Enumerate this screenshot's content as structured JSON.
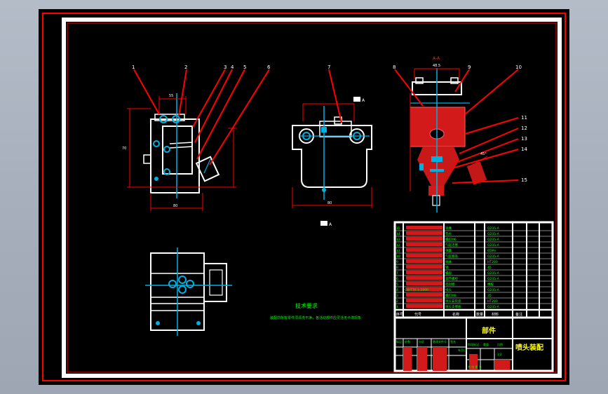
{
  "colors": {
    "canvas": "#000000",
    "border_red": "#ff0000",
    "paper": "#ffffff",
    "part_line": "#ffffff",
    "centerline": "#00b0e0",
    "dimension": "#ff0000",
    "leader": "#ff0000",
    "hatch": "#ff2020",
    "label_green": "#00ff00",
    "title_yellow": "#ffff00"
  },
  "drawing": {
    "section_label": "A-A",
    "view_arrow_label": "A",
    "balloons": [
      "1",
      "2",
      "3",
      "4",
      "5",
      "6",
      "7",
      "8",
      "9",
      "10",
      "11",
      "12",
      "13",
      "14",
      "15"
    ],
    "dims": {
      "front_top": "55",
      "front_left": "70",
      "front_bottom": "80",
      "side_bottom": "80",
      "section_top": "48.5",
      "angle": "45°"
    }
  },
  "notes": {
    "heading": "技术要求",
    "body": "装配前所有零件须清洗干净，各活动部件应灵活无卡滞现象"
  },
  "parts_list": {
    "rows": [
      {
        "no": "15",
        "name": "喷嘴",
        "spec": "",
        "mat": "Q235-A"
      },
      {
        "no": "14",
        "name": "垫片",
        "spec": "",
        "mat": "Q235-A"
      },
      {
        "no": "13",
        "name": "螺钉M6",
        "spec": "",
        "mat": "Q235-A"
      },
      {
        "no": "12",
        "name": "气缸活塞",
        "spec": "",
        "mat": "Q235-A"
      },
      {
        "no": "11",
        "name": "弹簧",
        "spec": "",
        "mat": "65Mn"
      },
      {
        "no": "10",
        "name": "气缸端盖",
        "spec": "",
        "mat": "Q235-A"
      },
      {
        "no": "9",
        "name": "阀体",
        "spec": "",
        "mat": "HT200"
      },
      {
        "no": "8",
        "name": "销",
        "spec": "",
        "mat": "45"
      },
      {
        "no": "7",
        "name": "螺母",
        "spec": "",
        "mat": "Q235-A"
      },
      {
        "no": "6",
        "name": "调节螺栓",
        "spec": "",
        "mat": "Q235-A"
      },
      {
        "no": "5",
        "name": "密封圈",
        "spec": "",
        "mat": "橡胶"
      },
      {
        "no": "4",
        "name": "接头",
        "spec": "GB/T70.1-2000",
        "mat": "Q235-A"
      },
      {
        "no": "3",
        "name": "螺钉M8",
        "spec": "",
        "mat": "35"
      },
      {
        "no": "2",
        "name": "喷头安装座",
        "spec": "",
        "mat": "HT200"
      },
      {
        "no": "1",
        "name": "喷头支撑板",
        "spec": "",
        "mat": "Q235-A"
      }
    ],
    "header": {
      "no": "序号",
      "code": "代号",
      "name": "名称",
      "qty": "数量",
      "mat": "材料",
      "note": "备注"
    }
  },
  "title_block": {
    "category": "部件",
    "title": "喷头装配",
    "small_labels": [
      "标记",
      "处数",
      "分区",
      "更改文件号",
      "签名",
      "年月日"
    ],
    "scale_labels": [
      "阶段标记",
      "重量",
      "比例"
    ],
    "scale": "1:2",
    "sheet": "共 张 第 张"
  }
}
